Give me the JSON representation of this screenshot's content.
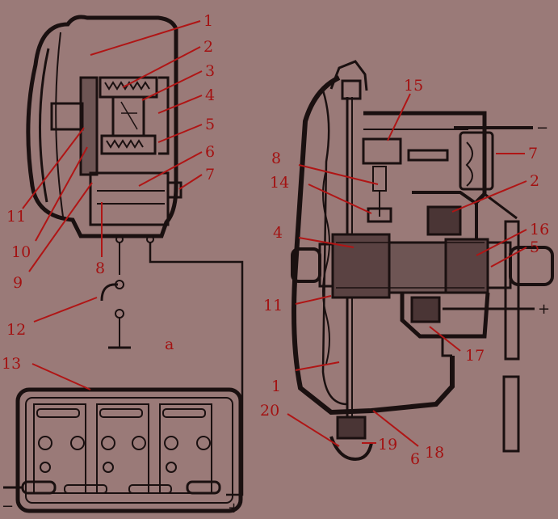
{
  "colors": {
    "background": "#9a7a78",
    "ink": "#1a1010",
    "label": "#a31212",
    "leader": "#b01515"
  },
  "left_view": {
    "caption": "a",
    "labels": {
      "n1": "1",
      "n2": "2",
      "n3": "3",
      "n4": "4",
      "n5": "5",
      "n6": "6",
      "n7": "7",
      "n8": "8",
      "n9": "9",
      "n10": "10",
      "n11": "11",
      "n12": "12",
      "n13": "13"
    },
    "minus": "−",
    "plus": "+"
  },
  "right_view": {
    "labels": {
      "n15": "15",
      "n7": "7",
      "n8": "8",
      "n14": "14",
      "n2": "2",
      "n4": "4",
      "n16": "16",
      "n5": "5",
      "n11": "11",
      "n17": "17",
      "n1": "1",
      "n20": "20",
      "n19": "19",
      "n6": "6",
      "n18": "18"
    },
    "minus": "−",
    "plus": "+"
  }
}
